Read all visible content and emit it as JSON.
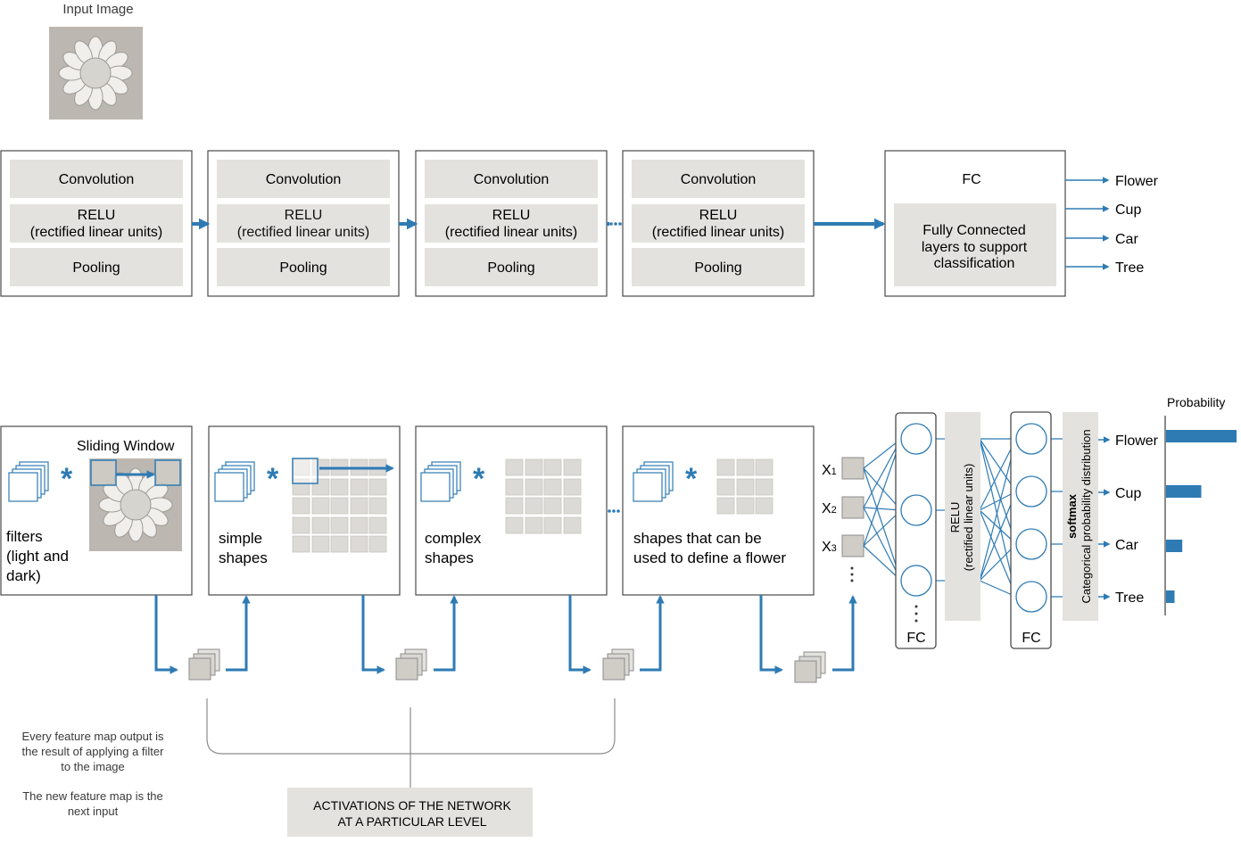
{
  "input_image": {
    "label": "Input Image",
    "icon": "flower-icon"
  },
  "pipeline": {
    "stages": [
      {
        "convolution": "Convolution",
        "relu_line1": "RELU",
        "relu_line2": "(rectified linear units)",
        "pooling": "Pooling"
      },
      {
        "convolution": "Convolution",
        "relu_line1": "RELU",
        "relu_line2": "(rectified linear units)",
        "pooling": "Pooling"
      },
      {
        "convolution": "Convolution",
        "relu_line1": "RELU",
        "relu_line2": "(rectified linear units)",
        "pooling": "Pooling"
      },
      {
        "convolution": "Convolution",
        "relu_line1": "RELU",
        "relu_line2": "(rectified linear units)",
        "pooling": "Pooling"
      }
    ],
    "fc": {
      "title": "FC",
      "desc_line1": "Fully Connected",
      "desc_line2": "layers to support",
      "desc_line3": "classification"
    },
    "outputs": [
      "Flower",
      "Cup",
      "Car",
      "Tree"
    ]
  },
  "features": {
    "sliding_window_label": "Sliding Window",
    "panels": [
      {
        "lines": [
          "filters",
          "(light and",
          "dark)"
        ]
      },
      {
        "lines": [
          "simple",
          "shapes"
        ]
      },
      {
        "lines": [
          "complex",
          "shapes"
        ]
      },
      {
        "lines": [
          "shapes that can be",
          "used to define a flower"
        ]
      }
    ]
  },
  "inputs": {
    "x1": {
      "main": "X",
      "sub": "1"
    },
    "x2": {
      "main": "X",
      "sub": "2"
    },
    "x3": {
      "main": "X",
      "sub": "3"
    }
  },
  "classifier": {
    "fc1_label": "FC",
    "relu_line1": "RELU",
    "relu_line2": "(rectified linear units)",
    "fc2_label": "FC",
    "softmax_line1": "softmax",
    "softmax_line2": "Categorical probability distribution",
    "probability_label": "Probability",
    "classes": [
      "Flower",
      "Cup",
      "Car",
      "Tree"
    ]
  },
  "chart_data": {
    "type": "bar",
    "title": "Probability",
    "categories": [
      "Flower",
      "Cup",
      "Car",
      "Tree"
    ],
    "values": [
      1.0,
      0.5,
      0.23,
      0.12
    ]
  },
  "notes": {
    "note1_line1": "Every feature map output is",
    "note1_line2": "the result of applying a filter",
    "note1_line3": "to the image",
    "note2_line1": "The new feature map is the",
    "note2_line2": "next input",
    "activations_line1": "ACTIVATIONS OF THE NETWORK",
    "activations_line2": "AT A PARTICULAR LEVEL"
  },
  "colors": {
    "accent": "#2e7bb4",
    "box_fill": "#e3e2de",
    "border": "#4a4a4a",
    "image_bg": "#bcb8b1",
    "grid_cell": "#dcdad6"
  }
}
